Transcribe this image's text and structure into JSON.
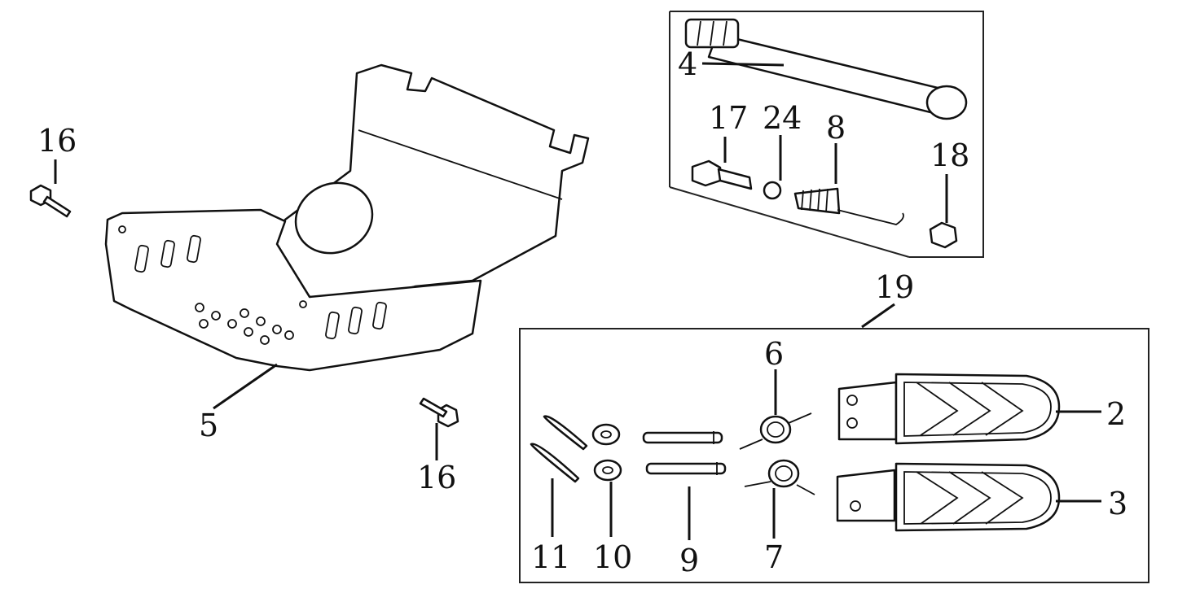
{
  "callouts": {
    "c16a": "16",
    "c16b": "16",
    "c5": "5",
    "c4": "4",
    "c17": "17",
    "c24": "24",
    "c8": "8",
    "c18": "18",
    "c19": "19",
    "c6": "6",
    "c2": "2",
    "c3": "3",
    "c11": "11",
    "c10": "10",
    "c9": "9",
    "c7": "7"
  }
}
